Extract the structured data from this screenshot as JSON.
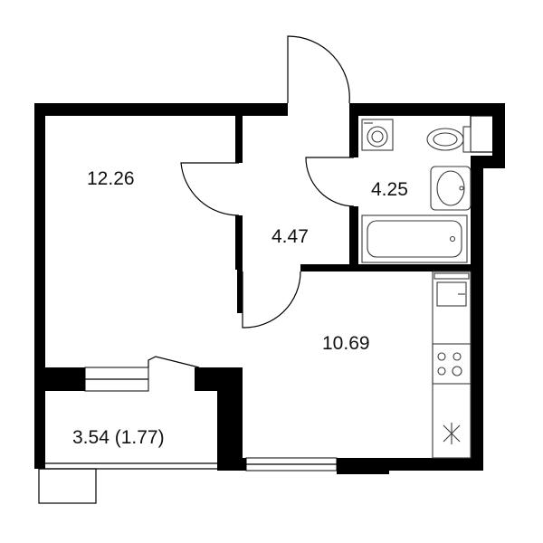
{
  "rooms": [
    {
      "id": "room",
      "area": "12.26"
    },
    {
      "id": "hall",
      "area": "4.47"
    },
    {
      "id": "bathroom",
      "area": "4.25"
    },
    {
      "id": "kitchen",
      "area": "10.69"
    },
    {
      "id": "balcony",
      "area": "3.54 (1.77)"
    }
  ],
  "icons": [
    "washing-machine-icon",
    "toilet-icon",
    "sink-icon",
    "bathtub-icon",
    "kitchen-sink-icon",
    "stove-icon",
    "fan-icon"
  ],
  "colors": {
    "wall": "#000000",
    "background": "#ffffff",
    "fixture": "#3a3a3a"
  }
}
